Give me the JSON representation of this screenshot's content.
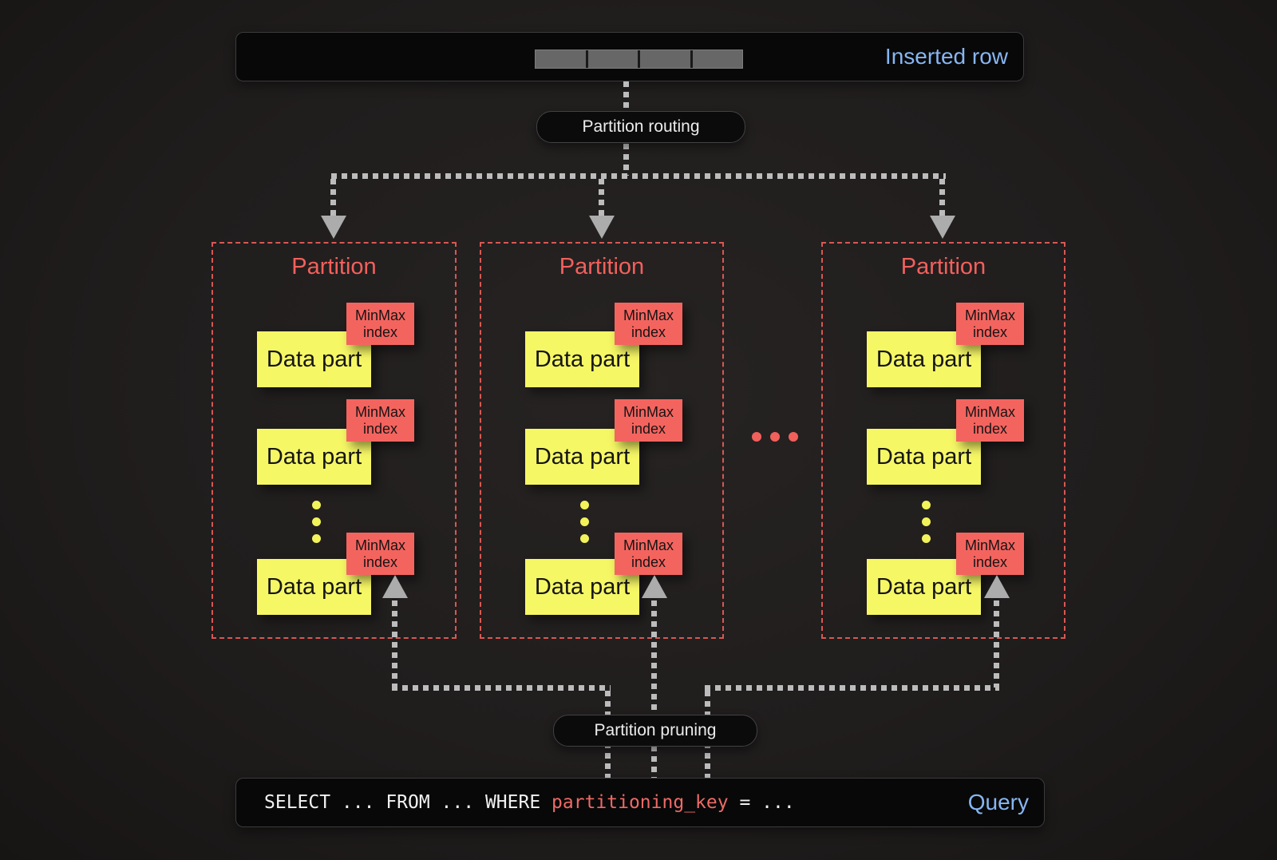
{
  "inserted_row": {
    "label": "Inserted row"
  },
  "flow_labels": {
    "routing": "Partition routing",
    "pruning": "Partition pruning"
  },
  "partitions": [
    {
      "title": "Partition"
    },
    {
      "title": "Partition"
    },
    {
      "title": "Partition"
    }
  ],
  "labels": {
    "data_part": "Data part",
    "minmax_line1": "MinMax",
    "minmax_line2": "index"
  },
  "query": {
    "sql_prefix": "SELECT ... FROM ... WHERE ",
    "sql_key": "partitioning_key",
    "sql_suffix": " = ...",
    "label": "Query"
  },
  "colors": {
    "accent_blue": "#87b6f2",
    "coral_red": "#f2605c",
    "part_yellow": "#f6f765",
    "line_gray": "#bcbcbc",
    "box_black": "#080808"
  }
}
